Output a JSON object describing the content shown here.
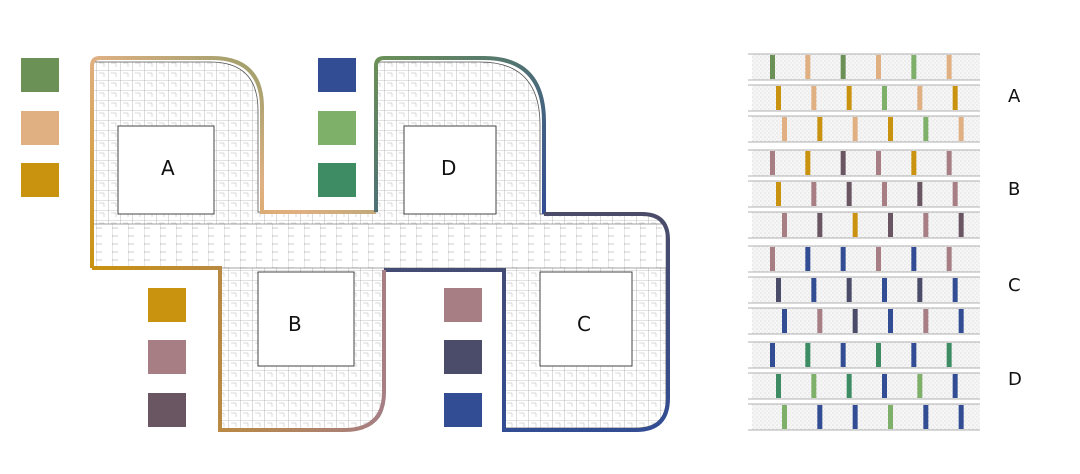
{
  "zones": [
    {
      "id": "A",
      "label": "A",
      "colors": [
        "#6b9157",
        "#e0b083",
        "#c9920f"
      ]
    },
    {
      "id": "B",
      "label": "B",
      "colors": [
        "#c9920f",
        "#a67e84",
        "#6a5663"
      ]
    },
    {
      "id": "C",
      "label": "C",
      "colors": [
        "#a67e84",
        "#4a4c69",
        "#324d94"
      ]
    },
    {
      "id": "D",
      "label": "D",
      "colors": [
        "#324d94",
        "#7fb069",
        "#3d8c63"
      ]
    }
  ],
  "outline_colors": {
    "A": [
      "#c9920f",
      "#e0b083",
      "#6b9157"
    ],
    "B": [
      "#c9920f",
      "#a67e84"
    ],
    "C": [
      "#324d94",
      "#4a4c69"
    ],
    "D": [
      "#6b9157",
      "#324d94"
    ]
  },
  "facade": {
    "row_labels": [
      "A",
      "B",
      "C",
      "D"
    ],
    "rows": [
      [
        "#6b9157",
        "#e0b083",
        "#6b9157",
        "#e0b083",
        "#7fb069",
        "#e0b083"
      ],
      [
        "#c9920f",
        "#e0b083",
        "#c9920f",
        "#7fb069",
        "#e0b083",
        "#c9920f"
      ],
      [
        "#e0b083",
        "#c9920f",
        "#e0b083",
        "#c9920f",
        "#7fb069",
        "#e0b083"
      ],
      [
        "#a67e84",
        "#c9920f",
        "#6a5663",
        "#a67e84",
        "#c9920f",
        "#a67e84"
      ],
      [
        "#c9920f",
        "#a67e84",
        "#6a5663",
        "#a67e84",
        "#6a5663",
        "#a67e84"
      ],
      [
        "#a67e84",
        "#6a5663",
        "#c9920f",
        "#6a5663",
        "#a67e84",
        "#6a5663"
      ],
      [
        "#a67e84",
        "#324d94",
        "#324d94",
        "#a67e84",
        "#324d94",
        "#a67e84"
      ],
      [
        "#4a4c69",
        "#324d94",
        "#4a4c69",
        "#324d94",
        "#4a4c69",
        "#324d94"
      ],
      [
        "#324d94",
        "#a67e84",
        "#4a4c69",
        "#324d94",
        "#a67e84",
        "#324d94"
      ],
      [
        "#324d94",
        "#3d8c63",
        "#324d94",
        "#3d8c63",
        "#324d94",
        "#3d8c63"
      ],
      [
        "#3d8c63",
        "#7fb069",
        "#3d8c63",
        "#324d94",
        "#7fb069",
        "#324d94"
      ],
      [
        "#7fb069",
        "#324d94",
        "#324d94",
        "#7fb069",
        "#324d94",
        "#324d94"
      ]
    ]
  }
}
